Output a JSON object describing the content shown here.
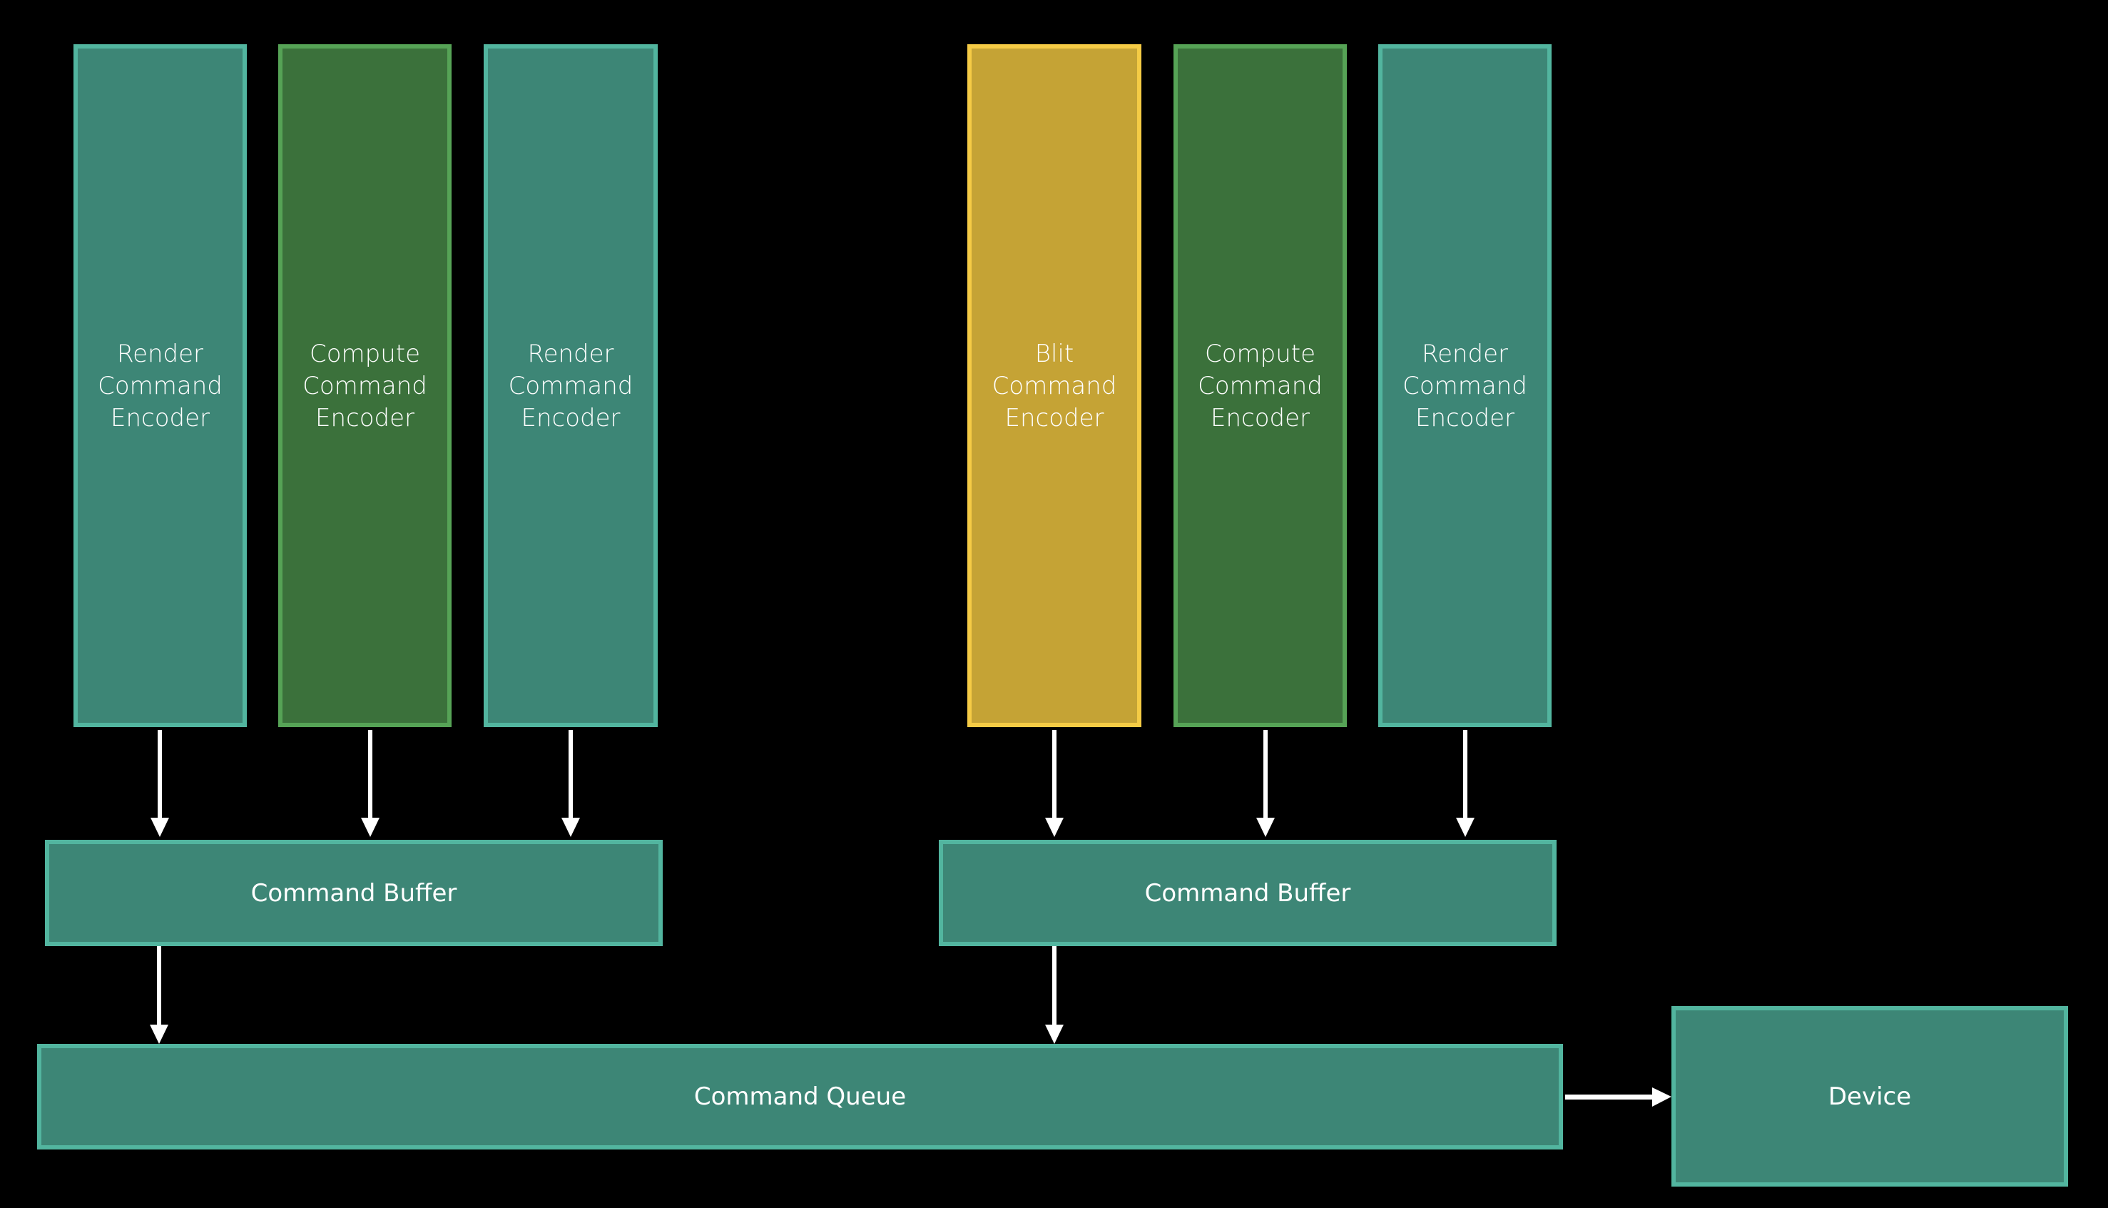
{
  "diagram": {
    "encoder_groups": [
      {
        "encoders": [
          {
            "label": "Render\nCommand\nEncoder",
            "kind": "render",
            "color": "teal"
          },
          {
            "label": "Compute\nCommand\nEncoder",
            "kind": "compute",
            "color": "green"
          },
          {
            "label": "Render\nCommand\nEncoder",
            "kind": "render",
            "color": "teal"
          }
        ],
        "buffer_label": "Command Buffer"
      },
      {
        "encoders": [
          {
            "label": "Blit\nCommand\nEncoder",
            "kind": "blit",
            "color": "yellow"
          },
          {
            "label": "Compute\nCommand\nEncoder",
            "kind": "compute",
            "color": "green"
          },
          {
            "label": "Render\nCommand\nEncoder",
            "kind": "render",
            "color": "teal"
          }
        ],
        "buffer_label": "Command Buffer"
      }
    ],
    "queue_label": "Command Queue",
    "device_label": "Device",
    "colors": {
      "teal_fill": "#3d8676",
      "teal_border": "#52b59f",
      "green_fill": "#3b713b",
      "green_border": "#56a356",
      "yellow_fill": "#c5a335",
      "yellow_border": "#f5cb45",
      "arrow": "#ffffff",
      "background": "#000000"
    },
    "edges": [
      {
        "from": "encoder-1",
        "to": "command-buffer-1"
      },
      {
        "from": "encoder-2",
        "to": "command-buffer-1"
      },
      {
        "from": "encoder-3",
        "to": "command-buffer-1"
      },
      {
        "from": "encoder-4",
        "to": "command-buffer-2"
      },
      {
        "from": "encoder-5",
        "to": "command-buffer-2"
      },
      {
        "from": "encoder-6",
        "to": "command-buffer-2"
      },
      {
        "from": "command-buffer-1",
        "to": "command-queue"
      },
      {
        "from": "command-buffer-2",
        "to": "command-queue"
      },
      {
        "from": "command-queue",
        "to": "device"
      }
    ]
  }
}
